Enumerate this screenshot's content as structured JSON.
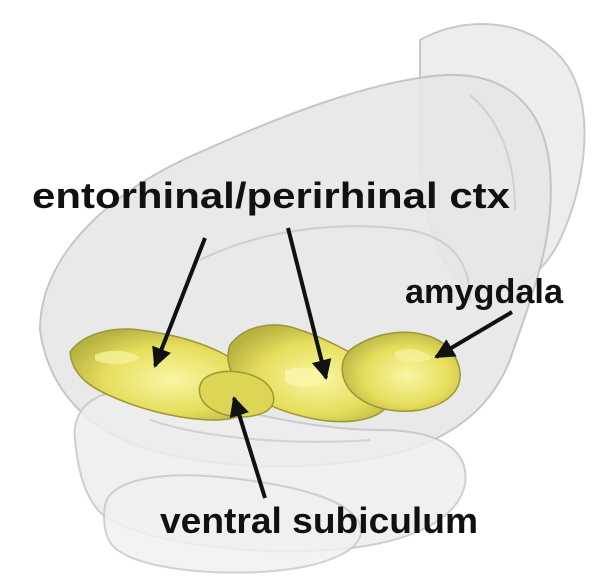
{
  "labels": {
    "entorhinal": "entorhinal/perirhinal ctx",
    "amygdala": "amygdala",
    "ventral_subiculum": "ventral subiculum"
  },
  "colors": {
    "brain_fill": "#e6e6e6",
    "brain_edge": "#c2c2c2",
    "region_fill": "#e8e36a",
    "region_shadow": "#a9a43a",
    "region_highlight": "#f7f39a",
    "arrow": "#111111",
    "label_text": "#111111"
  }
}
